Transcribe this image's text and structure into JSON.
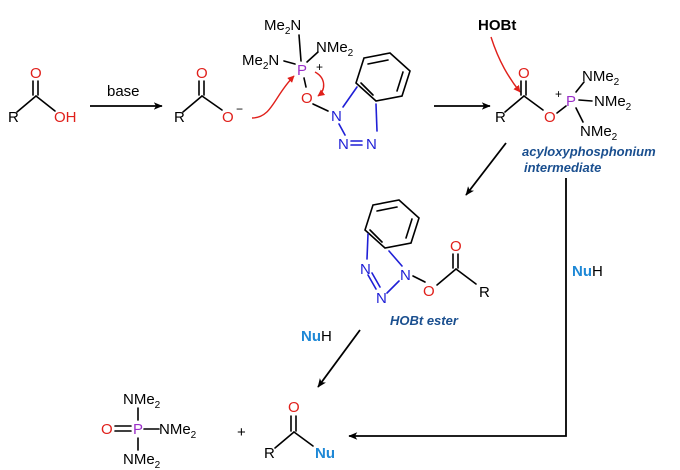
{
  "colors": {
    "oxygen": "#e0201b",
    "nitrogen": "#1f1fd6",
    "phosphorus": "#9b2fc9",
    "nucleophile": "#1e88d6",
    "annotation": "#1a4f8f",
    "curly_arrow": "#e0201b"
  },
  "atoms": {
    "R": "R",
    "O": "O",
    "OH": "OH",
    "P": "P",
    "N": "N",
    "NMe": "NMe",
    "Me": "Me",
    "sub2": "2",
    "plus": "+",
    "minus": "−"
  },
  "labels": {
    "base": "base",
    "hobt": "HOBt",
    "nu": "Nu",
    "h": "H",
    "intermediate_line1": "acyloxyphosphonium",
    "intermediate_line2": "intermediate",
    "hobt_ester": "HOBt ester",
    "plus_sign": "+"
  }
}
